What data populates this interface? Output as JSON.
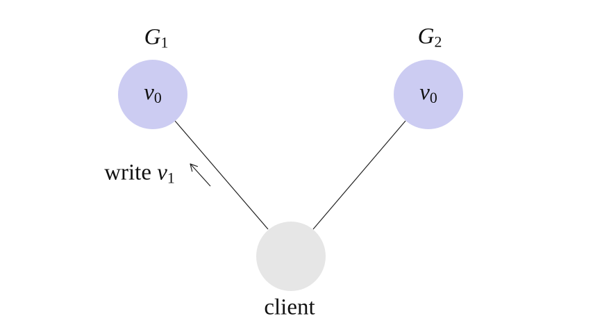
{
  "diagram": {
    "nodes": {
      "g1": {
        "name_base": "G",
        "name_sub": "1",
        "value_base": "v",
        "value_sub": "0",
        "fill": "#ccccf2"
      },
      "g2": {
        "name_base": "G",
        "name_sub": "2",
        "value_base": "v",
        "value_sub": "0",
        "fill": "#ccccf2"
      },
      "client": {
        "label": "client",
        "fill": "#e6e6e6"
      }
    },
    "edge_label": {
      "action": "write ",
      "var_base": "v",
      "var_sub": "1"
    },
    "colors": {
      "edge": "#222222",
      "background": "#ffffff"
    }
  }
}
